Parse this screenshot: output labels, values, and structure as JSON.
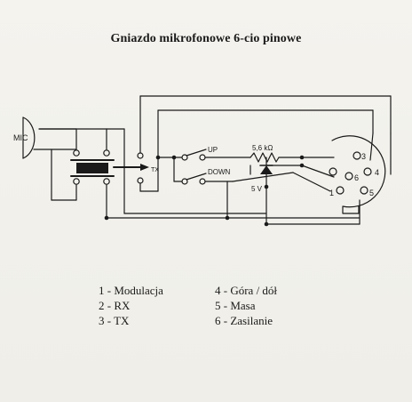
{
  "title": "Gniazdo mikrofonowe 6-cio pinowe",
  "labels": {
    "mic": "MIC",
    "tx": "TX",
    "up": "UP",
    "down": "DOWN",
    "resistor": "5,6 kΩ",
    "voltage": "5 V",
    "pin1": "1",
    "pin3": "3",
    "pin4": "4",
    "pin5": "5",
    "pin6": "6"
  },
  "legend": {
    "left": [
      "1 - Modulacja",
      "2 - RX",
      "3 - TX"
    ],
    "right": [
      "4 - Góra / dół",
      "5 - Masa",
      "6 - Zasilanie"
    ]
  }
}
